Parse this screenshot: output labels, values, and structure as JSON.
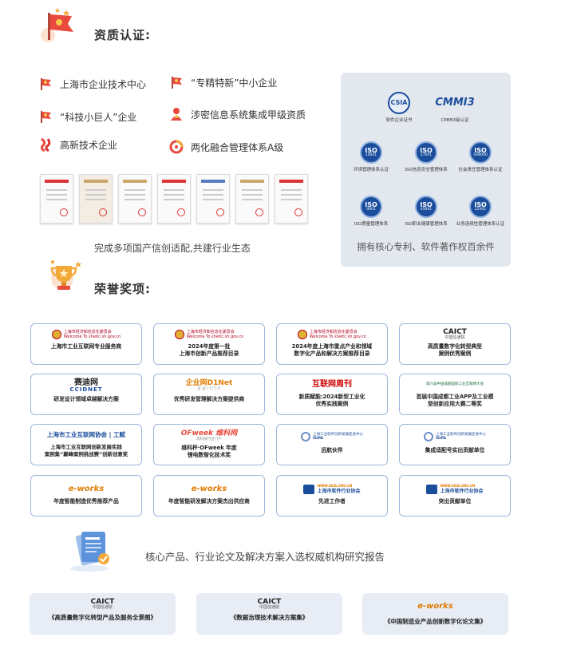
{
  "qualification": {
    "title": "资质认证:",
    "items": [
      {
        "label": "上海市企业技术中心",
        "icon": "flag-icon"
      },
      {
        "label": "“专精特新”中小企业",
        "icon": "flag-icon"
      },
      {
        "label": "“科技小巨人”企业",
        "icon": "flag-icon"
      },
      {
        "label": "涉密信息系统集成甲级资质",
        "icon": "person-icon"
      },
      {
        "label": "高新技术企业",
        "icon": "ribbon-icon"
      },
      {
        "label": "两化融合管理体系A级",
        "icon": "swirl-icon"
      }
    ],
    "caption": "完成多项国产信创适配,共建行业生态"
  },
  "panel": {
    "top": [
      {
        "badge": "CSIA",
        "label": "软件企业证书"
      },
      {
        "badge": "CMMI3",
        "label": "CMMI3级认证"
      }
    ],
    "row1": [
      {
        "num": "14001",
        "label": "环境管理体系认证"
      },
      {
        "num": "27001",
        "label": "ISO信息安全管理体系"
      },
      {
        "num": "SA8000",
        "label": "社会责任管理体系认证"
      }
    ],
    "row2": [
      {
        "num": "9001",
        "label": "ISO质量管理体系"
      },
      {
        "num": "45001",
        "label": "ISO职业健康管理体系"
      },
      {
        "num": "22301",
        "label": "业务连续性管理体系认证"
      }
    ],
    "iso_text": "ISO",
    "caption": "拥有核心专利、软件著作权百余件"
  },
  "honors": {
    "title": "荣誉奖项:",
    "awards": [
      {
        "org": "上海市经济和信息化委员会",
        "org_en": "Welcome To sheitc.sh.gov.cn",
        "text": "上海市工业互联网专业服务商"
      },
      {
        "org": "上海市经济和信息化委员会",
        "org_en": "Welcome To sheitc.sh.gov.cn",
        "text": "2024年度第一批\n上海市创新产品推荐目录"
      },
      {
        "org": "上海市经济和信息化委员会",
        "org_en": "Welcome To sheitc.sh.gov.cn",
        "text": "2024年度上海市重点产业和领域\n数字化产品和解决方案推荐目录"
      },
      {
        "org": "CAICT",
        "org_en": "中国信通院",
        "text": "高质量数字化转型典型\n案例优秀案例"
      },
      {
        "org": "赛迪网",
        "org_en": "CCIDNET",
        "text": "研发设计领域卓越解决方案"
      },
      {
        "org": "企业网D1Net",
        "org_en": "企 业 I T 门 户",
        "text": "优秀研发管理解决方案提供商"
      },
      {
        "org": "互联网周刊",
        "org_en": "",
        "text": "新质赋能:2024新型工业化\n优秀实践案例"
      },
      {
        "org": "第六届中国成都国际工业互联网大会",
        "org_en": "",
        "text": "首届中国成都工业APP及工业模\n型创新应用大赛二等奖"
      },
      {
        "org": "上海市工业互联网协会 | 工赋",
        "org_en": "",
        "text": "上海市工业互联网创新发展实践\n案例集“巅峰案例挑战赛”创新创意奖"
      },
      {
        "org": "OFweek 维科网",
        "org_en": "高科技行业门户",
        "text": "维科杯·OFweek 年度\n锂电数智化技术奖"
      },
      {
        "org": "上海工业软件创新发展促进中心",
        "org_en": "ISIPA",
        "text": "远航伙伴"
      },
      {
        "org": "上海工业软件创新发展促进中心",
        "org_en": "ISIPA",
        "text": "集成适配号实出贡献单位"
      },
      {
        "org": "e-works",
        "org_en": "",
        "text": "年度智能制造优秀推荐产品"
      },
      {
        "org": "e-works",
        "org_en": "",
        "text": "年度智能研发解决方案杰出供应商"
      },
      {
        "org": "上海市软件行业协会",
        "org_en": "WWW.SSIA.ORG.CN",
        "text": "先进工作者"
      },
      {
        "org": "上海市软件行业协会",
        "org_en": "WWW.SSIA.ORG.CN",
        "text": "突出贡献单位"
      }
    ]
  },
  "reports": {
    "caption": "核心产品、行业论文及解决方案入选权威机构研究报告",
    "items": [
      {
        "org": "CAICT",
        "org_sub": "中国信通院",
        "text": "《高质量数字化转型产品及服务全景图》"
      },
      {
        "org": "CAICT",
        "org_sub": "中国信通院",
        "text": "《数据治理技术解决方案集》"
      },
      {
        "org": "e-works",
        "org_sub": "",
        "text": "《中国制造业产品创新数字化论文集》"
      }
    ]
  }
}
